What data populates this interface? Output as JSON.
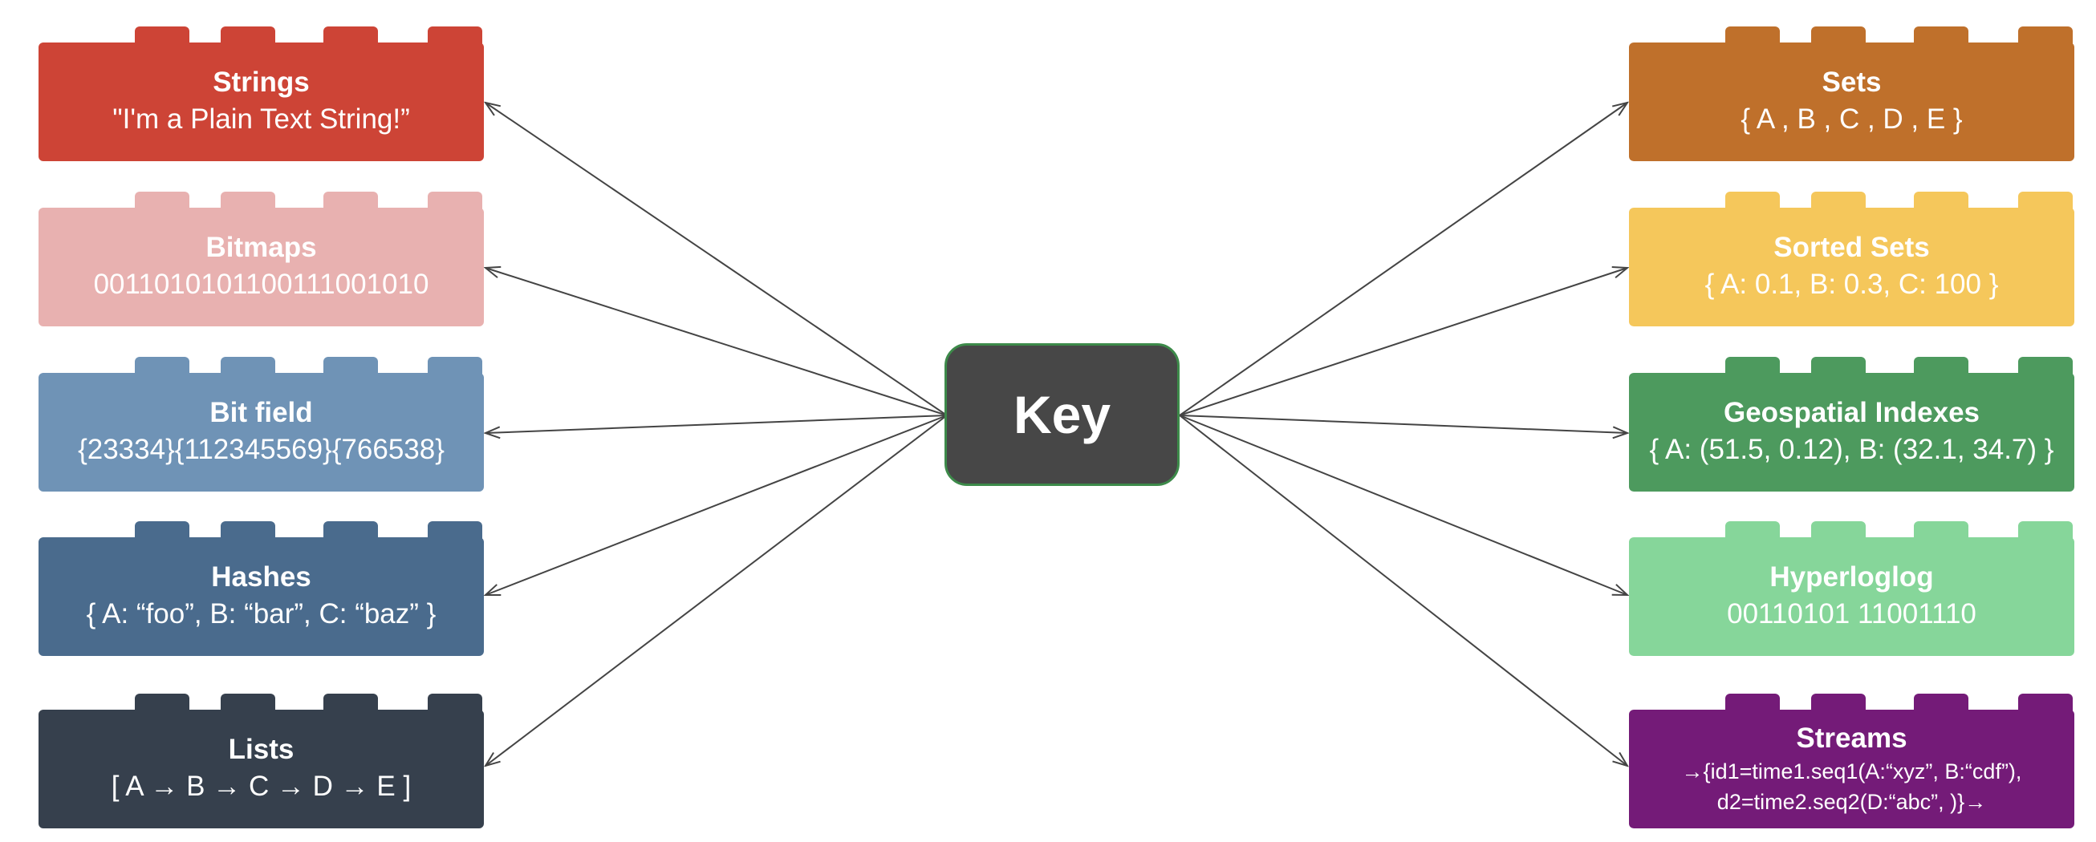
{
  "center": {
    "label": "Key",
    "color": "#474747",
    "border": "#3d8a4a"
  },
  "left": [
    {
      "id": "strings",
      "title": "Strings",
      "value": "\"I'm a Plain Text String!”",
      "color": "#cd4436"
    },
    {
      "id": "bitmaps",
      "title": "Bitmaps",
      "value": "0011010101100111001010",
      "color": "#e8b1b0"
    },
    {
      "id": "bitfield",
      "title": "Bit field",
      "value": "{23334}{112345569}{766538}",
      "color": "#6f93b6"
    },
    {
      "id": "hashes",
      "title": "Hashes",
      "value": "{ A: “foo”, B: “bar”, C: “baz”  }",
      "color": "#4a6b8d"
    },
    {
      "id": "lists",
      "title": "Lists",
      "value": "[ A → B → C → D → E ]",
      "color": "#36404d"
    }
  ],
  "right": [
    {
      "id": "sets",
      "title": "Sets",
      "value": "{  A , B , C , D , E  }",
      "color": "#bf702b"
    },
    {
      "id": "sortedsets",
      "title": "Sorted Sets",
      "value": "{ A: 0.1, B: 0.3, C: 100 }",
      "color": "#f5c75b"
    },
    {
      "id": "geospatial",
      "title": "Geospatial Indexes",
      "value": "{ A: (51.5, 0.12), B: (32.1, 34.7) }",
      "color": "#4d9a5e"
    },
    {
      "id": "hyperloglog",
      "title": "Hyperloglog",
      "value": "00110101 11001110",
      "color": "#86d69a"
    },
    {
      "id": "streams",
      "title": "Streams",
      "value": "→{id1=time1.seq1(A:“xyz”, B:“cdf”),",
      "value2": "d2=time2.seq2(D:“abc”, )}→",
      "color": "#741b78"
    }
  ]
}
